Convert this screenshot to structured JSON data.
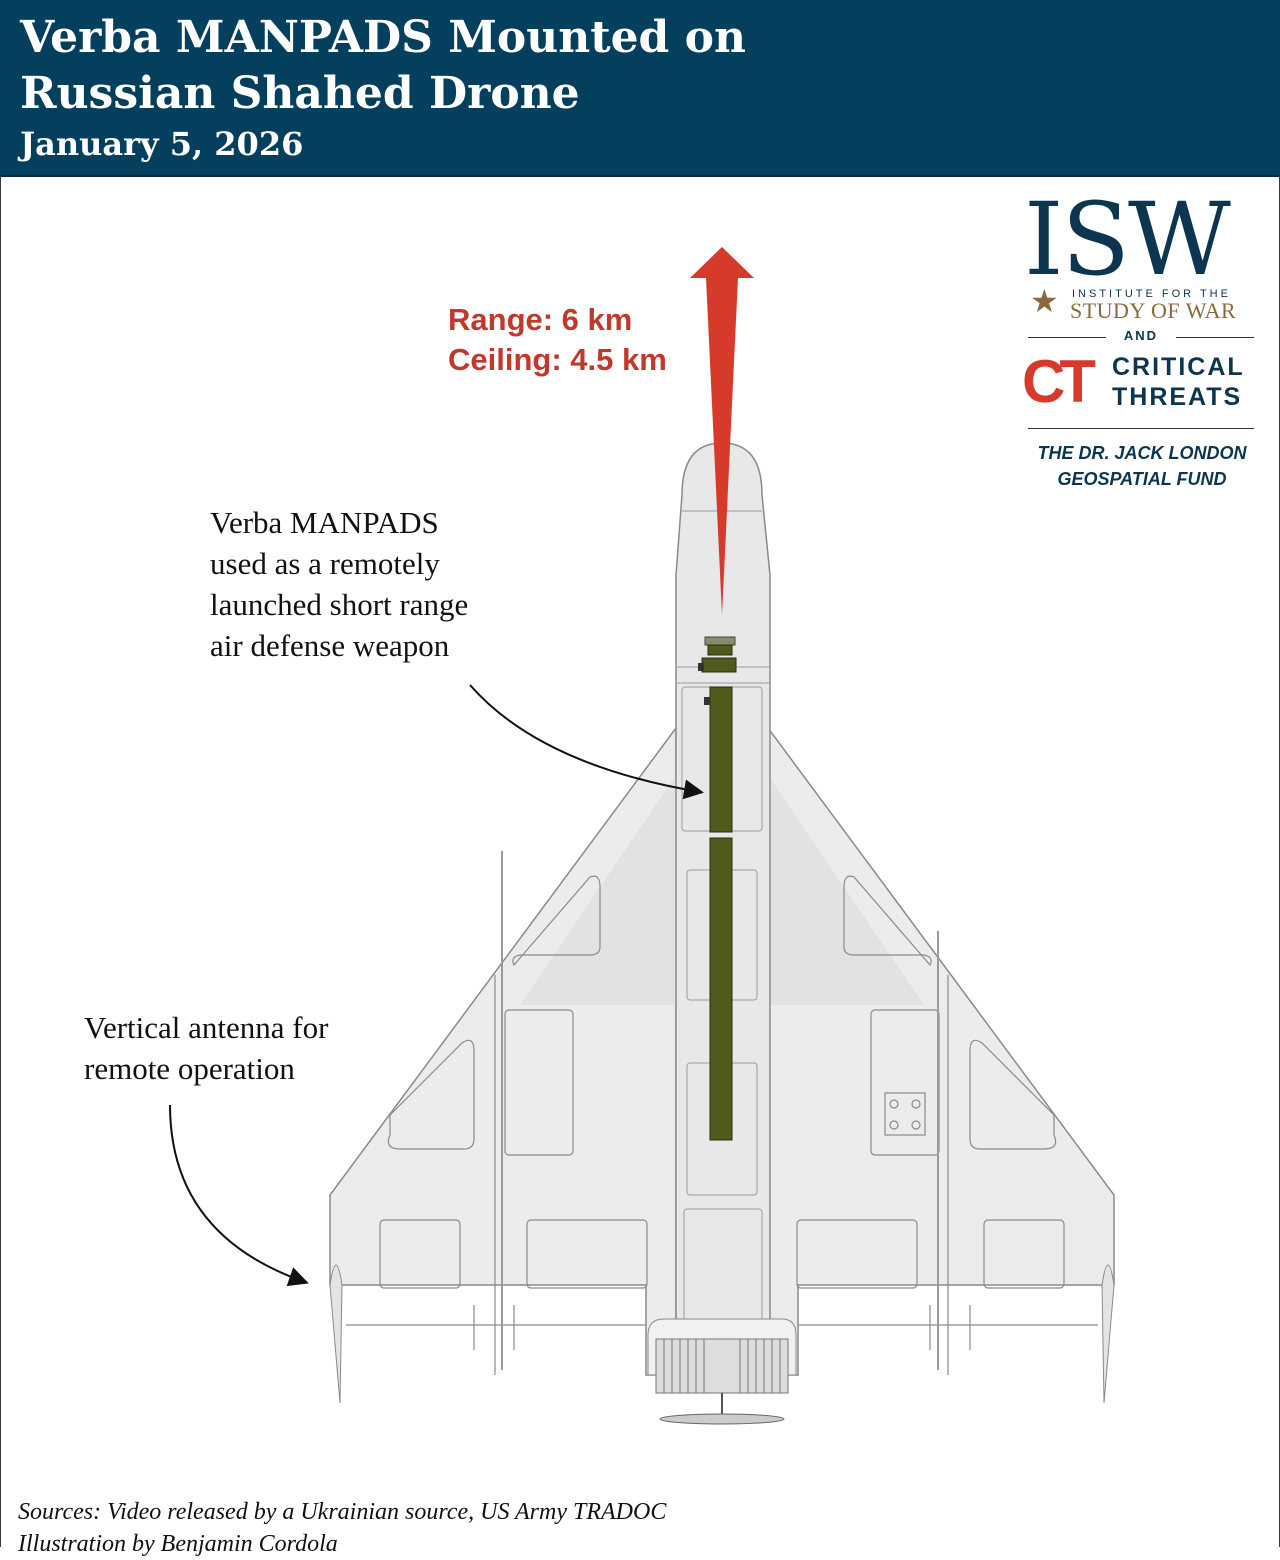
{
  "header": {
    "title": "Verba MANPADS Mounted on Russian Shahed Drone",
    "date": "January 5, 2026"
  },
  "logos": {
    "isw_letters": "ISW",
    "isw_line1": "INSTITUTE FOR THE",
    "isw_line2": "STUDY OF WAR",
    "and": "AND",
    "ct_mark": "CT",
    "ct_text": "CRITICAL\nTHREATS",
    "fund": "THE DR. JACK LONDON\nGEOSPATIAL FUND"
  },
  "annotations": {
    "range_ceiling": "Range: 6 km\nCeiling: 4.5 km",
    "manpads": "Verba MANPADS\nused as a remotely\nlaunched short range\nair defense weapon",
    "antenna": "Vertical antenna for\nremote operation"
  },
  "footer": {
    "sources": "Sources: Video released by a Ukrainian source, US Army TRADOC\nIllustration by Benjamin Cordola"
  },
  "colors": {
    "header_bg": "#053f5e",
    "accent_red": "#c0392b",
    "launcher_green": "#4f5a1c"
  }
}
